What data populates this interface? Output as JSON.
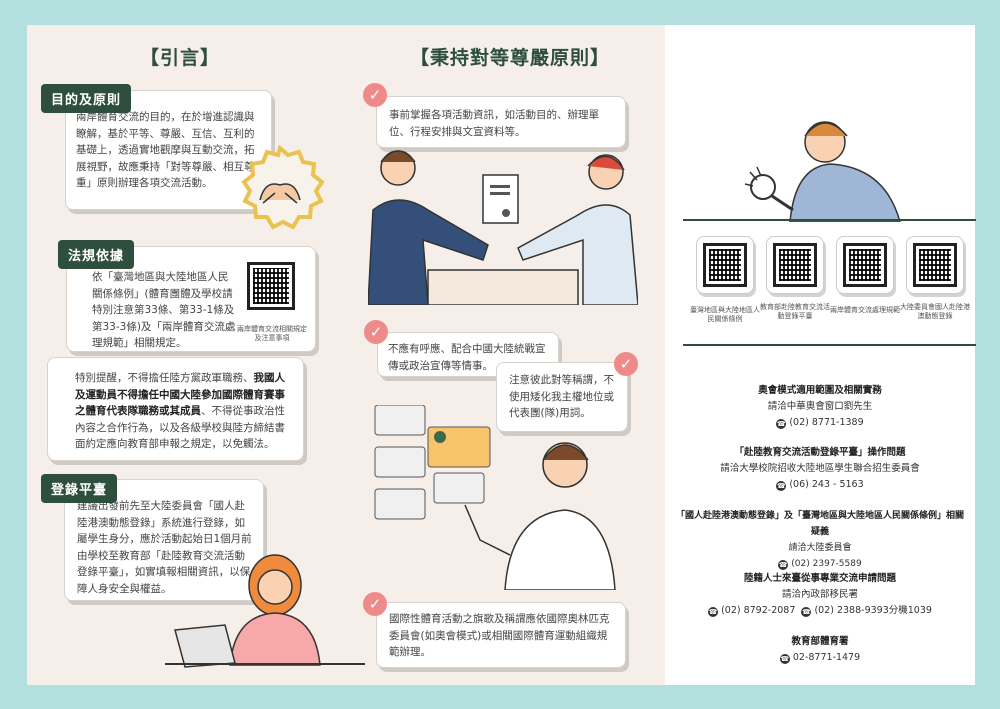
{
  "left": {
    "intro_heading": "【引言】",
    "purpose": {
      "tag": "目的及原則",
      "text": "兩岸體育交流的目的，在於增進認識與瞭解，基於平等、尊嚴、互信、互利的基礎上，透過實地觀摩與互動交流，拓展視野，故應秉持「對等尊嚴、相互尊重」原則辦理各項交流活動。"
    },
    "regulation": {
      "tag": "法規依據",
      "text": "依「臺灣地區與大陸地區人民關係條例」(體育團體及學校請特別注意第33條、第33-1條及第33-3條)及「兩岸體育交流處理規範」相關規定。",
      "qr_caption": "兩岸體育交流相關規定及注意事項"
    },
    "reminder": {
      "text_pre": "特別提醒，不得擔任陸方黨政軍職務、",
      "text_bold": "我國人及運動員不得擔任中國大陸參加國際體育賽事之體育代表隊職務或其成員",
      "text_post": "、不得從事政治性內容之合作行為，以及各級學校與陸方締結書面約定應向教育部申報之規定，以免觸法。"
    },
    "registration": {
      "tag": "登錄平臺",
      "text": "建議出發前先至大陸委員會「國人赴陸港澳動態登錄」系統進行登錄，如屬學生身分，應於活動起始日1個月前由學校至教育部「赴陸教育交流活動登錄平臺」，如實填報相關資訊，以保障人身安全與權益。"
    }
  },
  "middle": {
    "heading": "【秉持對等尊嚴原則】",
    "point1": "事前掌握各項活動資訊，如活動目的、辦理單位、行程安排與文宣資料等。",
    "point2": "不應有呼應、配合中國大陸統戰宣傳或政治宣傳等情事。",
    "point3": "注意彼此對等稱謂，不使用矮化我主權地位或代表團(隊)用詞。",
    "point4": "國際性體育活動之旗歌及稱謂應依國際奧林匹克委員會(如奧會模式)或相關國際體育運動組織規範辦理。"
  },
  "right": {
    "qr_captions": [
      "臺灣地區與大陸地區人民關係條例",
      "教育部赴陸教育交流活動登錄平臺",
      "兩岸體育交流處理規範",
      "大陸委員會國人赴陸港澳動態登錄"
    ],
    "contacts": [
      {
        "title": "奧會模式適用範圍及相關實務",
        "org": "請洽中華奧會窗口劉先生",
        "phones": [
          "(02) 8771-1389"
        ]
      },
      {
        "title": "「赴陸教育交流活動登錄平臺」操作問題",
        "org": "請洽大學校院招收大陸地區學生聯合招生委員會",
        "phones": [
          "(06) 243 - 5163"
        ]
      },
      {
        "title": "「國人赴陸港澳動態登錄」及「臺灣地區與大陸地區人民關係條例」相關疑義",
        "org": "請洽大陸委員會",
        "phones": [
          "(02) 2397-5589"
        ]
      },
      {
        "title": "陸籍人士來臺從事專業交流申請問題",
        "org": "請洽內政部移民署",
        "phones": [
          "(02) 8792-2087",
          "(02) 2388-9393分機1039"
        ]
      },
      {
        "title": "教育部體育署",
        "org": "",
        "phones": [
          "02-8771-1479"
        ]
      }
    ]
  },
  "colors": {
    "background": "#b3e0df",
    "panel": "#f6efe9",
    "tag": "#2f4f3e",
    "check": "#ef8a8a"
  },
  "icons": [
    "check-icon",
    "phone-icon",
    "qr-code",
    "magnifier-illustration",
    "handshake-illustration"
  ]
}
